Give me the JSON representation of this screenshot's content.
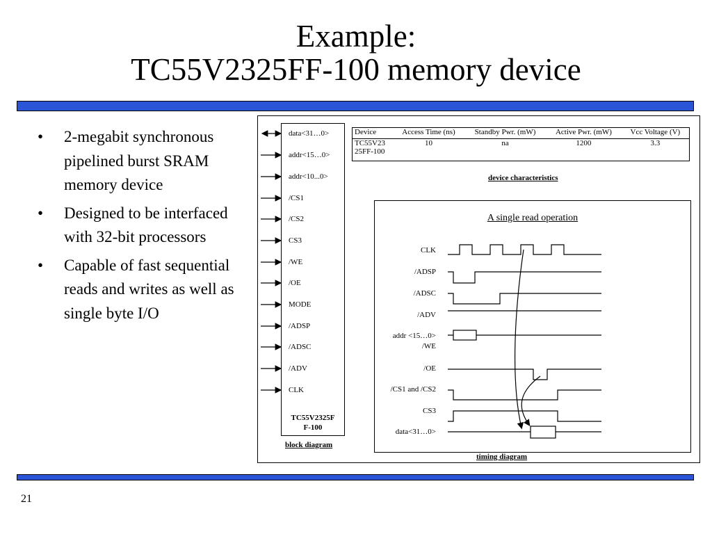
{
  "slide": {
    "title_line1": "Example:",
    "title_line2": "TC55V2325FF-100 memory device",
    "page_number": "21",
    "accent_color": "#2a55d6"
  },
  "bullets": [
    "2-megabit synchronous pipelined burst SRAM memory device",
    "Designed to be interfaced with 32-bit processors",
    "Capable of fast sequential reads and writes as well as single byte I/O"
  ],
  "block_diagram": {
    "pins": [
      "data<31…0>",
      "addr<15…0>",
      "addr<10...0>",
      "/CS1",
      "/CS2",
      "CS3",
      "/WE",
      "/OE",
      "MODE",
      "/ADSP",
      "/ADSC",
      "/ADV",
      "CLK"
    ],
    "chip_name_line1": "TC55V2325F",
    "chip_name_line2": "F-100",
    "caption": "block diagram"
  },
  "device_characteristics": {
    "headers": [
      "Device",
      "Access Time (ns)",
      "Standby Pwr. (mW)",
      "Active Pwr. (mW)",
      "Vcc Voltage (V)"
    ],
    "row": [
      "TC55V23",
      "10",
      "na",
      "1200",
      "3.3"
    ],
    "row_continuation": "25FF-100",
    "caption": "device characteristics"
  },
  "timing_diagram": {
    "title": "A single read operation",
    "signals": [
      "CLK",
      "/ADSP",
      "/ADSC",
      "/ADV",
      "addr <15…0>",
      "/WE",
      "/OE",
      "/CS1 and /CS2",
      "CS3",
      "data<31…0>"
    ],
    "caption": "timing diagram"
  }
}
